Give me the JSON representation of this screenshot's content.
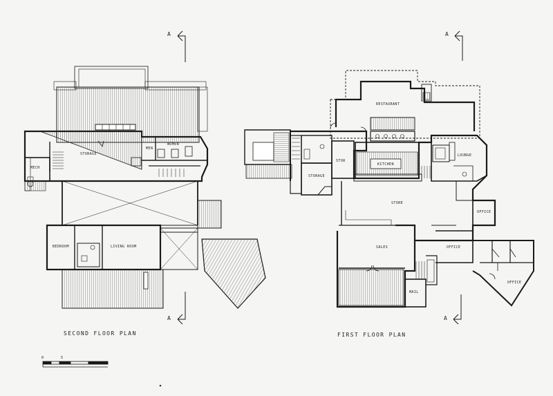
{
  "titles": {
    "second_floor": "SECOND FLOOR PLAN",
    "first_floor": "FIRST FLOOR PLAN"
  },
  "section_marker": "A",
  "scale_bar": {
    "labels": [
      "0",
      "5"
    ]
  },
  "rooms": {
    "storage_left": "STORAGE",
    "mech": "MECH",
    "men": "MEN",
    "women": "WOMEN",
    "bedroom": "BEDROOM",
    "living_room": "LIVING ROOM",
    "restaurant": "RESTAURANT",
    "kitchen": "KITCHEN",
    "stor": "STOR",
    "storage_right": "STORAGE",
    "lounge": "LOUNGE",
    "store": "STORE",
    "office_1": "OFFICE",
    "office_2": "OFFICE",
    "office_3": "OFFICE",
    "sales": "SALES",
    "mail": "MAIL"
  },
  "colors": {
    "line": "#1a1a1a",
    "paper": "#f5f5f3"
  }
}
